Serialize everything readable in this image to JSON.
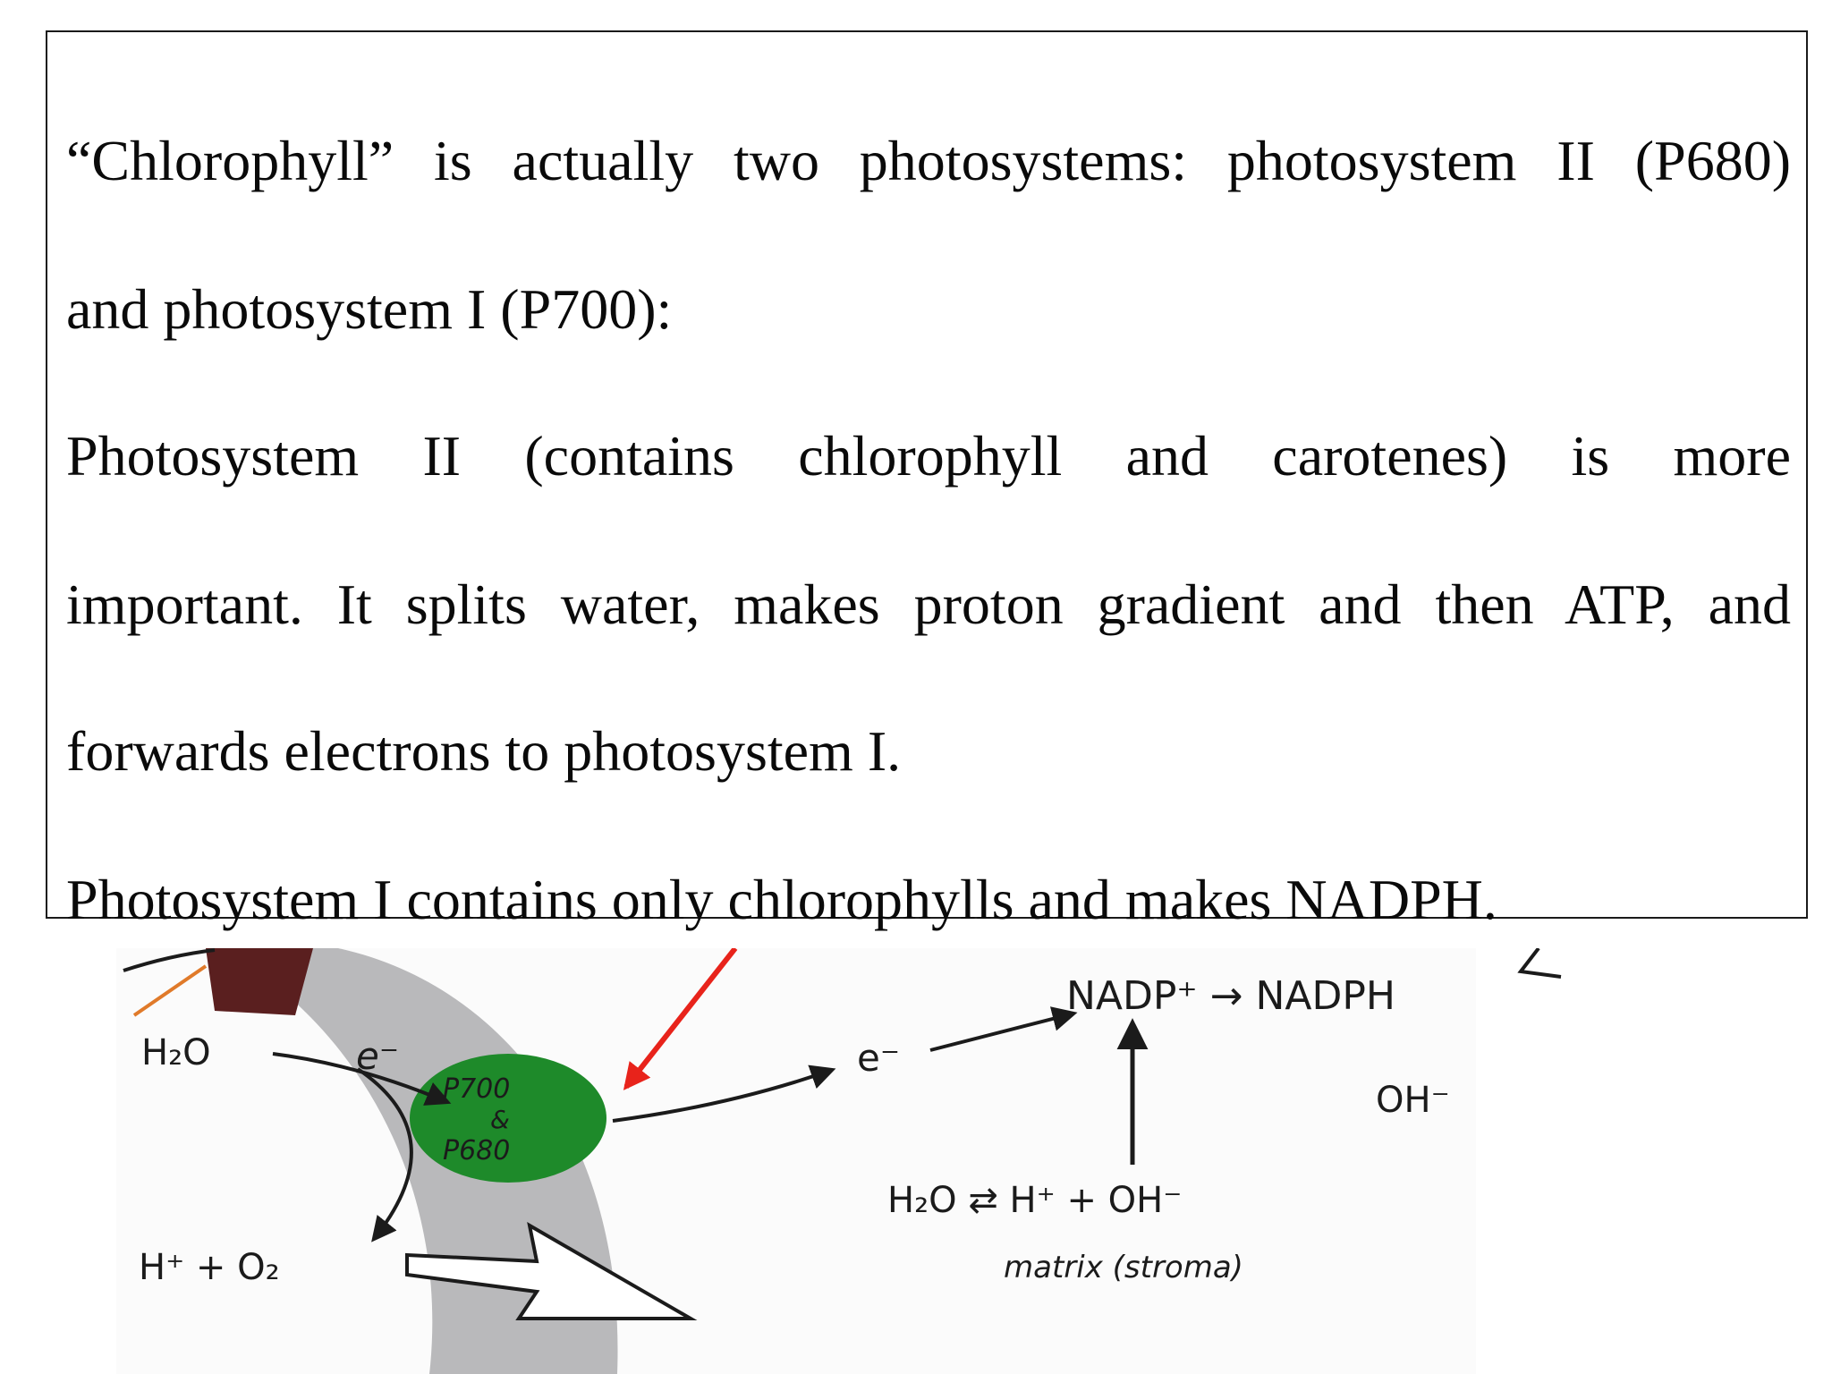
{
  "text_box": {
    "lines": [
      "“Chlorophyll” is actually two photosystems: photosystem II (P680)",
      "and photosystem I (P700):",
      "Photosystem II (contains chlorophyll and carotenes) is more",
      "important. It splits water, makes proton gradient and then ATP, and",
      "forwards electrons to photosystem I.",
      "Photosystem I contains only chlorophylls and makes NADPH."
    ]
  },
  "diagram": {
    "h2o_left": "H₂O",
    "electron_left": "e⁻",
    "p700": "P700",
    "ampersand": "&",
    "p680": "P680",
    "h_plus_o2": "H⁺ + O₂",
    "electron_right": "e⁻",
    "nadp_reaction": "NADP⁺ → NADPH",
    "oh_minus": "OH⁻",
    "water_equilibrium": "H₂O ⇄ H⁺ + OH⁻",
    "matrix_label": "matrix (stroma)",
    "colors": {
      "membrane": "#b9b9bb",
      "photosystem": "#1e8a2a",
      "light_arrow": "#e8231b",
      "orange_line": "#e07a2a",
      "dark_block": "#5a1f1f"
    }
  }
}
